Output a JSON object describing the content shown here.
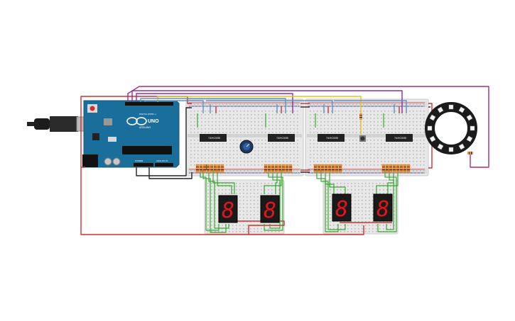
{
  "arduino": {
    "model": "UNO",
    "brand": "ARDUINO",
    "header_digital": "DIGITAL (PWM ~)",
    "header_power": "POWER",
    "header_analog": "ANALOG IN",
    "icon": "infinity-logo-icon"
  },
  "chips": [
    {
      "label": "74HC595"
    },
    {
      "label": "74HC595"
    },
    {
      "label": "74HC595"
    },
    {
      "label": "74HC595"
    }
  ],
  "displays": [
    {
      "digit": "8"
    },
    {
      "digit": "8"
    },
    {
      "digit": "8"
    },
    {
      "digit": "8"
    }
  ],
  "neopixel_ring": {
    "leds": 12
  },
  "colors": {
    "board_blue": "#1a6e9b",
    "breadboard": "#e9e9e9",
    "wire_red": "#d22f2f",
    "wire_black": "#222222",
    "wire_green": "#3aa832",
    "wire_purple": "#8a2fa3",
    "wire_blue": "#5a93c9",
    "wire_yellow": "#e8c21a",
    "wire_magenta": "#b02a7a",
    "segment_red": "#e0161e"
  }
}
